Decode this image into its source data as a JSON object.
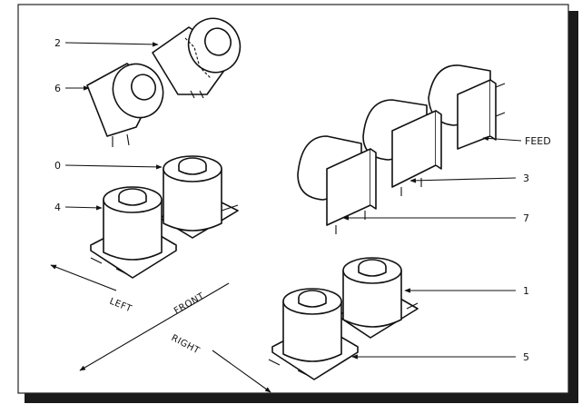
{
  "diagram": {
    "labels": {
      "l2": "2",
      "l6": "6",
      "l0": "0",
      "l4": "4",
      "feed": "FEED",
      "l3": "3",
      "l7": "7",
      "l1": "1",
      "l5": "5"
    },
    "directions": {
      "left": "LEFT",
      "front": "FRONT",
      "right": "RIGHT"
    }
  }
}
